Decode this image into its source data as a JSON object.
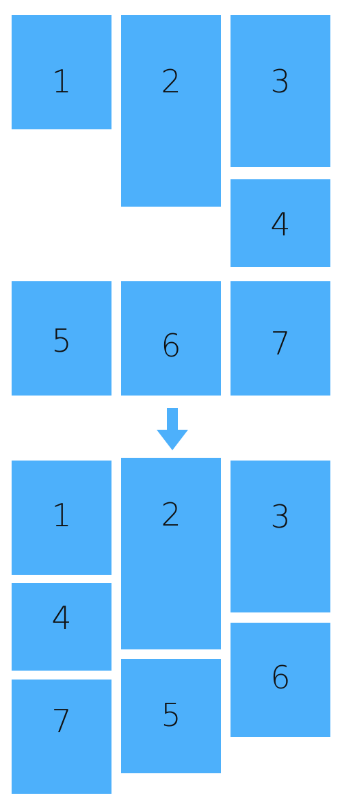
{
  "colors": {
    "tile": "#4db0fb",
    "text": "#111111",
    "arrow": "#4db0fb",
    "background": "#ffffff"
  },
  "icons": {
    "transition": "arrow-down-icon"
  },
  "before": {
    "tiles": [
      {
        "label": "1"
      },
      {
        "label": "2"
      },
      {
        "label": "3"
      },
      {
        "label": "4"
      },
      {
        "label": "5"
      },
      {
        "label": "6"
      },
      {
        "label": "7"
      }
    ]
  },
  "after": {
    "tiles": [
      {
        "label": "1"
      },
      {
        "label": "2"
      },
      {
        "label": "3"
      },
      {
        "label": "4"
      },
      {
        "label": "6"
      },
      {
        "label": "5"
      },
      {
        "label": "7"
      }
    ]
  }
}
